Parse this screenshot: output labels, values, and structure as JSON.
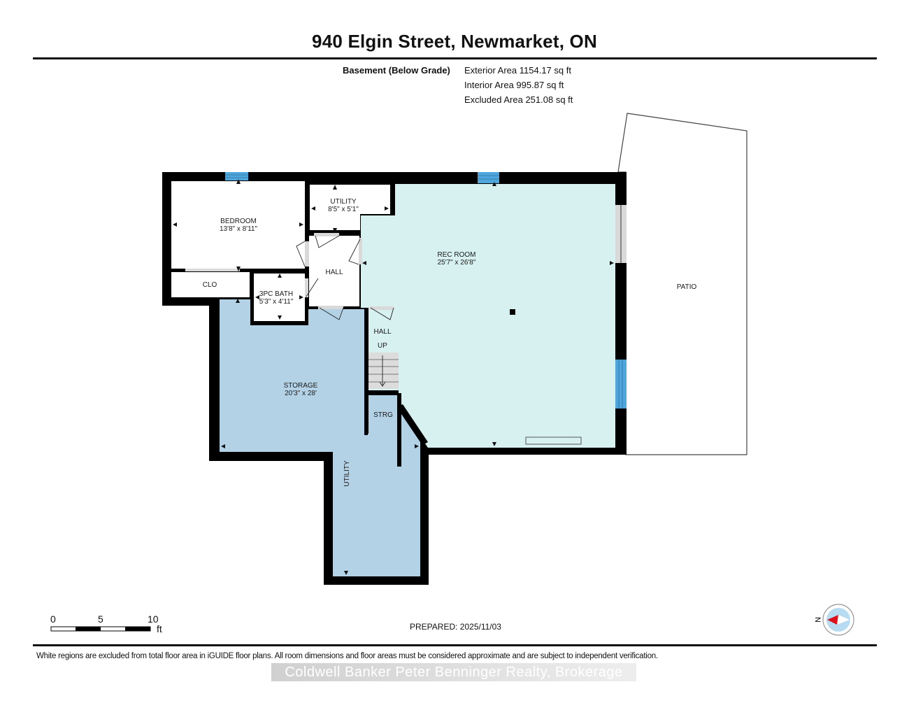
{
  "header": {
    "title": "940 Elgin Street, Newmarket, ON"
  },
  "summary": {
    "level": "Basement (Below Grade)",
    "exterior_area": "Exterior Area 1154.17 sq ft",
    "interior_area": "Interior Area 995.87 sq ft",
    "excluded_area": "Excluded Area 251.08 sq ft"
  },
  "rooms": {
    "bedroom": {
      "name": "BEDROOM",
      "dims": "13'8\" x 8'11\""
    },
    "utility_top": {
      "name": "UTILITY",
      "dims": "8'5\" x 5'1\""
    },
    "rec_room": {
      "name": "REC ROOM",
      "dims": "25'7\" x 26'8\""
    },
    "hall": {
      "name": "HALL"
    },
    "clo": {
      "name": "CLO"
    },
    "bath": {
      "name": "3PC BATH",
      "dims": "5'3\" x 4'11\""
    },
    "hall_stairs": {
      "name": "HALL",
      "stairs": "UP"
    },
    "storage": {
      "name": "STORAGE",
      "dims": "20'3\" x 28'"
    },
    "strg": {
      "name": "STRG"
    },
    "utility_bottom": {
      "name": "UTILITY"
    },
    "patio": {
      "name": "PATIO"
    }
  },
  "colors": {
    "wall": "#000000",
    "rec_room_fill": "#d6f1f0",
    "storage_fill": "#b3d2e6",
    "window": "#4fa6dc",
    "door_gray": "#d9d9d9",
    "compass_red": "#e0101a",
    "compass_bg": "#b7dcf2"
  },
  "scale_bar": {
    "labels": [
      "0",
      "5",
      "10"
    ],
    "unit": "ft"
  },
  "compass": {
    "label": "N"
  },
  "footer": {
    "prepared": "PREPARED: 2025/11/03",
    "disclaimer": "White regions are excluded from total floor area in iGUIDE floor plans. All room dimensions and floor areas must be considered approximate and are subject to independent verification.",
    "watermark": "Coldwell Banker Peter Benninger Realty, Brokerage"
  }
}
